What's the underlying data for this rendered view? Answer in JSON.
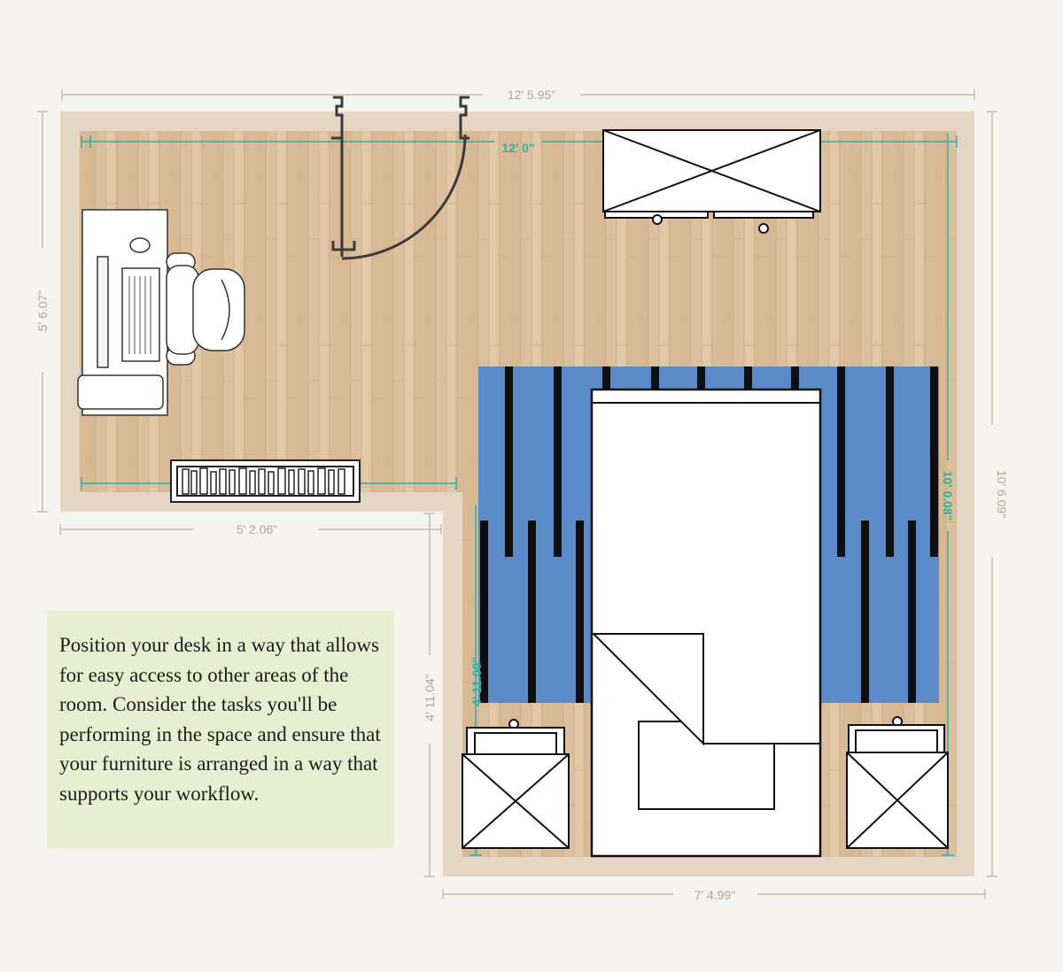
{
  "dimensions": {
    "top_outer": "12' 5.95\"",
    "top_inner": "12' 0\"",
    "left_outer": "5' 6.07\"",
    "right_outer": "10' 6.09\"",
    "right_inner": "10' 0.08\"",
    "mid_horizontal": "5' 2.06\"",
    "lower_left_vertical": "4' 11.04\"",
    "bottom_outer": "7' 4.99\"",
    "rug_vertical": "4' 11.00\""
  },
  "tip_text": "Position your desk in a way that allows for easy access to other areas of the room. Consider the tasks you'll be performing in the space and ensure that your furniture is arranged in a way that supports your workflow.",
  "colors": {
    "background": "#f6f4ef",
    "wall": "#e4d6c3",
    "floor": "#dcbf9c",
    "rug": "#5a8bc8",
    "rug_stripe": "#0e0f12",
    "measure_teal": "#2bb3a8",
    "tip_box": "#e7eed1"
  },
  "furniture": [
    "desk",
    "office-chair",
    "door",
    "dresser",
    "bookshelf",
    "bed",
    "rug",
    "nightstand-left",
    "nightstand-right"
  ]
}
